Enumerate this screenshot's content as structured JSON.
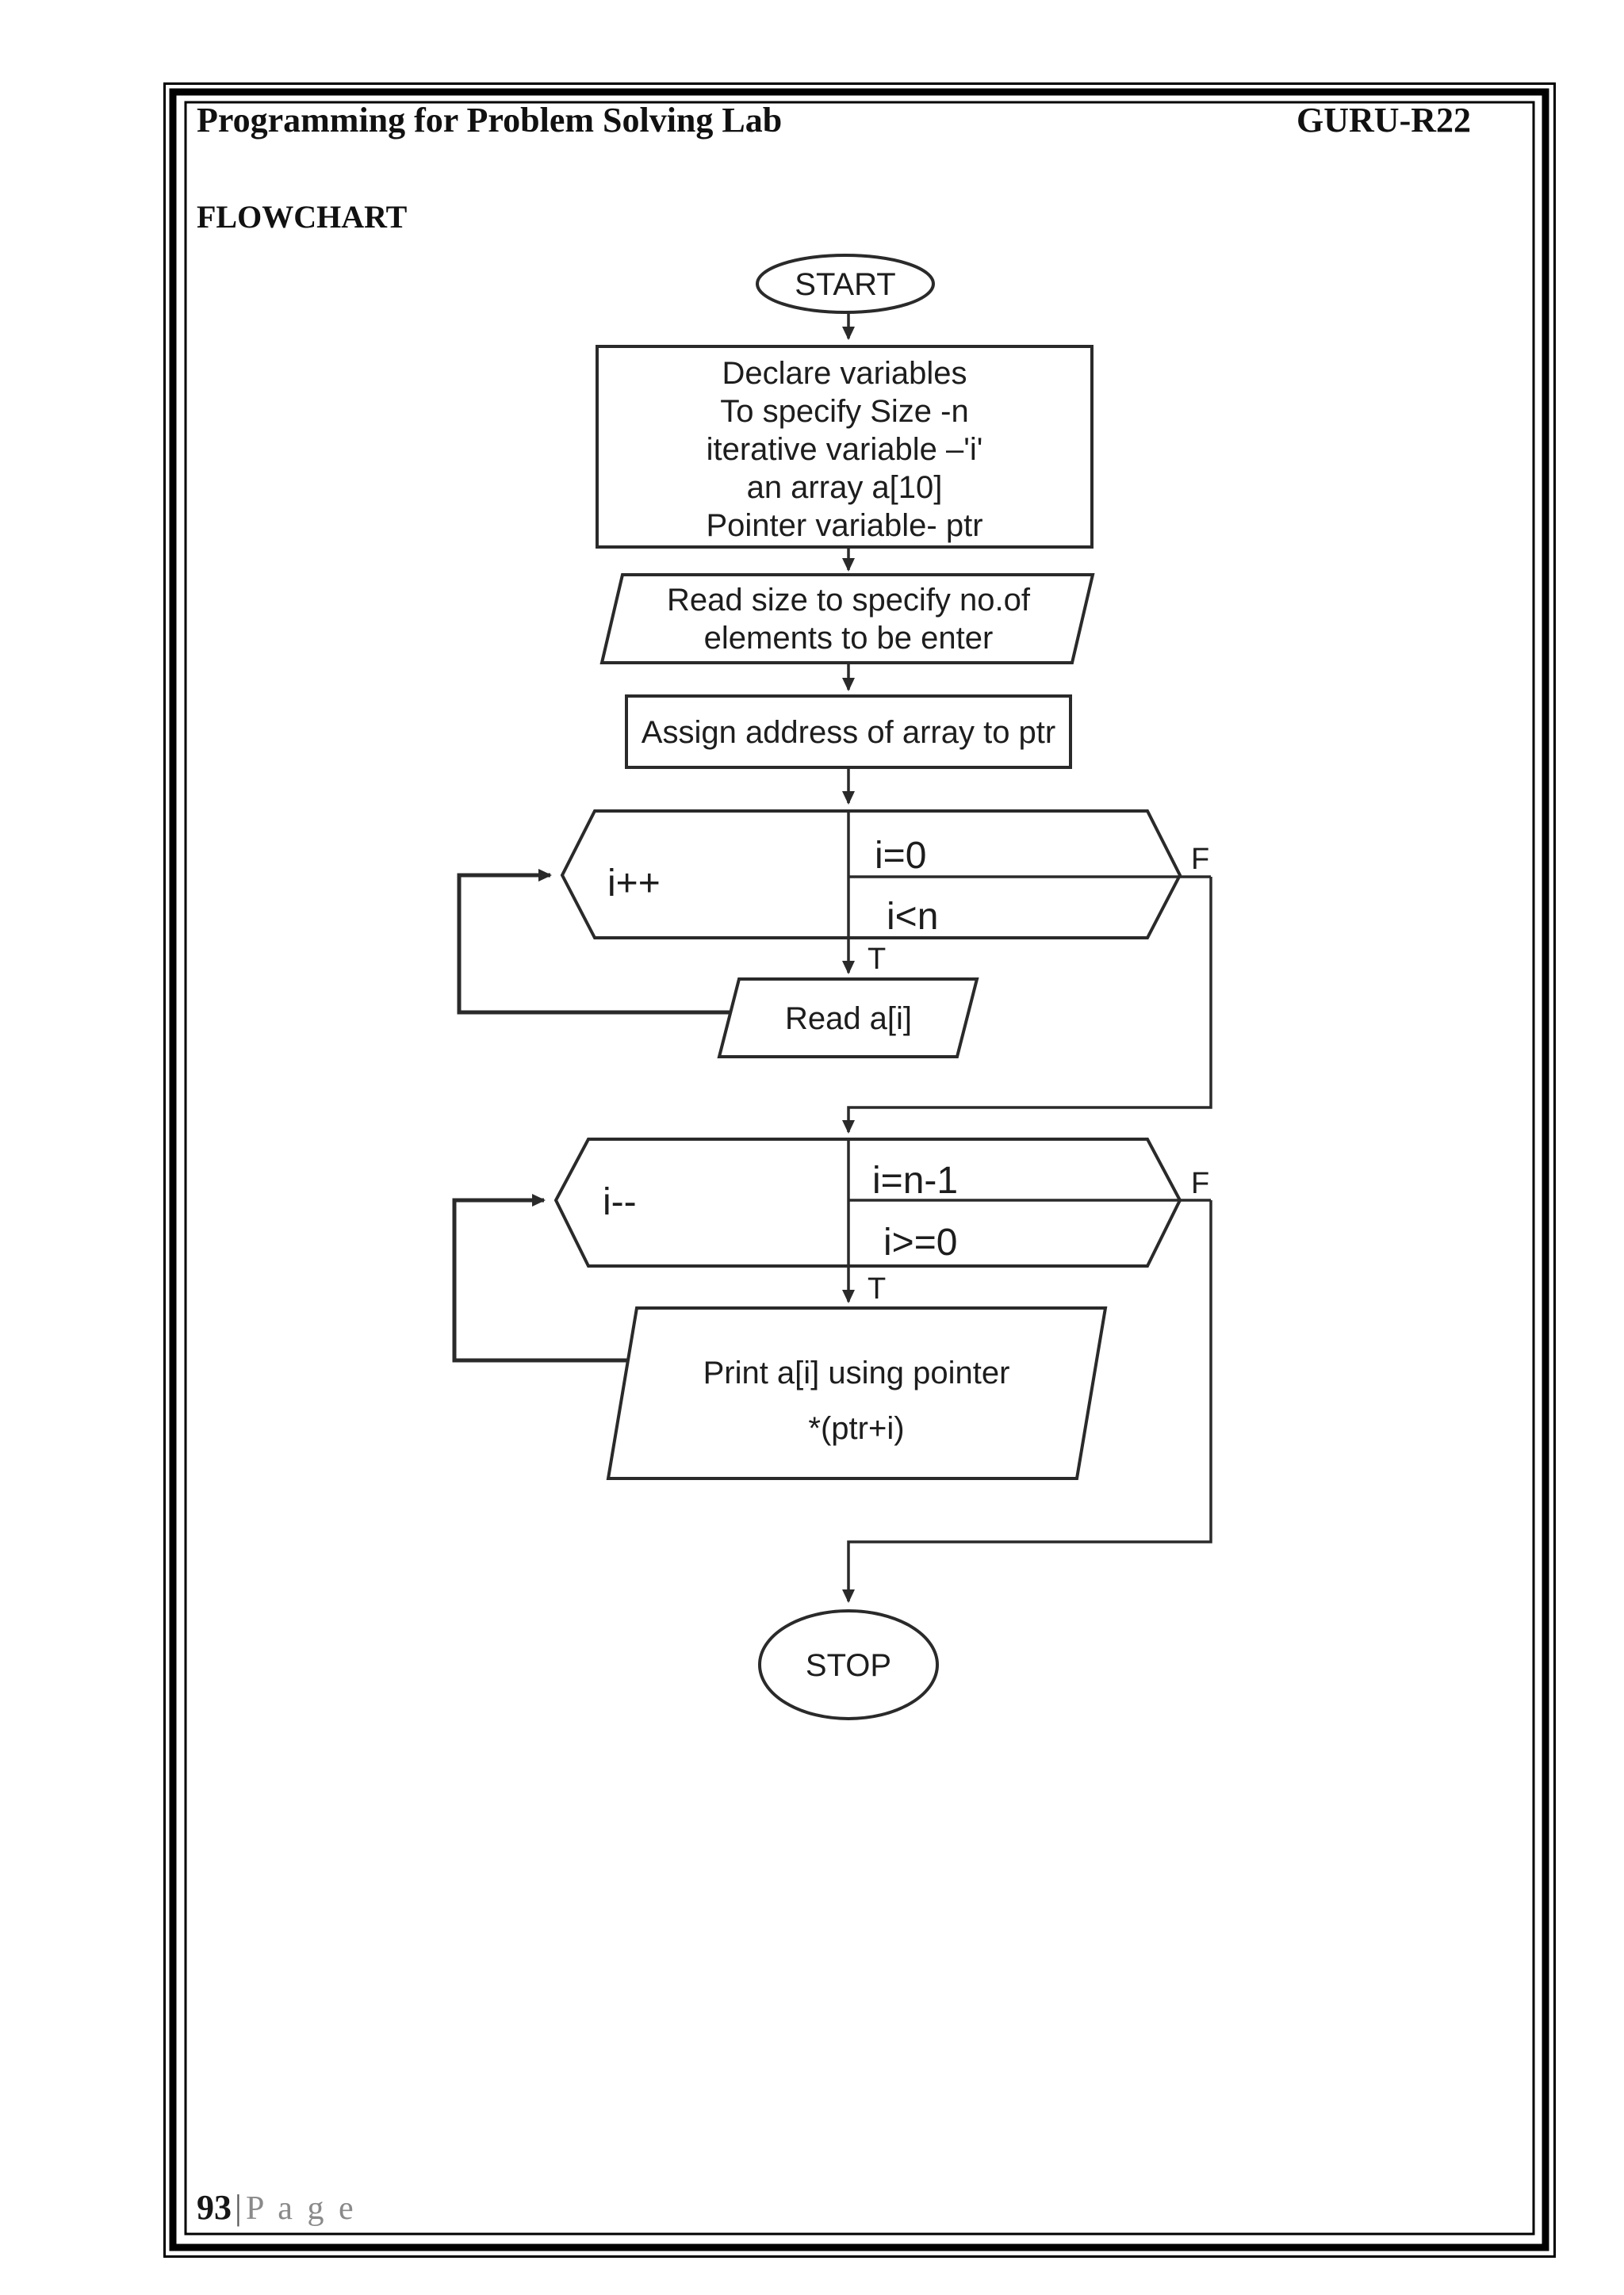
{
  "page": {
    "header": {
      "title": "Programming for Problem Solving Lab",
      "course_code": "GURU-R22"
    },
    "heading": "FLOWCHART",
    "footer": {
      "page_number": "93",
      "separator": "|",
      "page_word": "P a g e"
    }
  },
  "flowchart": {
    "start": "START",
    "declare": {
      "lines": [
        "Declare  variables",
        "To specify Size -n",
        "iterative variable –'i'",
        "an array a[10]",
        "Pointer variable- ptr"
      ]
    },
    "read_size": {
      "lines": [
        "Read size to specify no.of",
        "elements to be enter"
      ]
    },
    "assign": "Assign address of array to ptr",
    "loop1": {
      "init": "i=0",
      "condition": "i<n",
      "update": "i++",
      "true_label": "T",
      "false_label": "F"
    },
    "read_element": "Read  a[i]",
    "loop2": {
      "init": "i=n-1",
      "condition": "i>=0",
      "update": "i--",
      "true_label": "T",
      "false_label": "F"
    },
    "print": {
      "lines": [
        "Print a[i] using pointer",
        "*(ptr+i)"
      ]
    },
    "stop": "STOP"
  }
}
